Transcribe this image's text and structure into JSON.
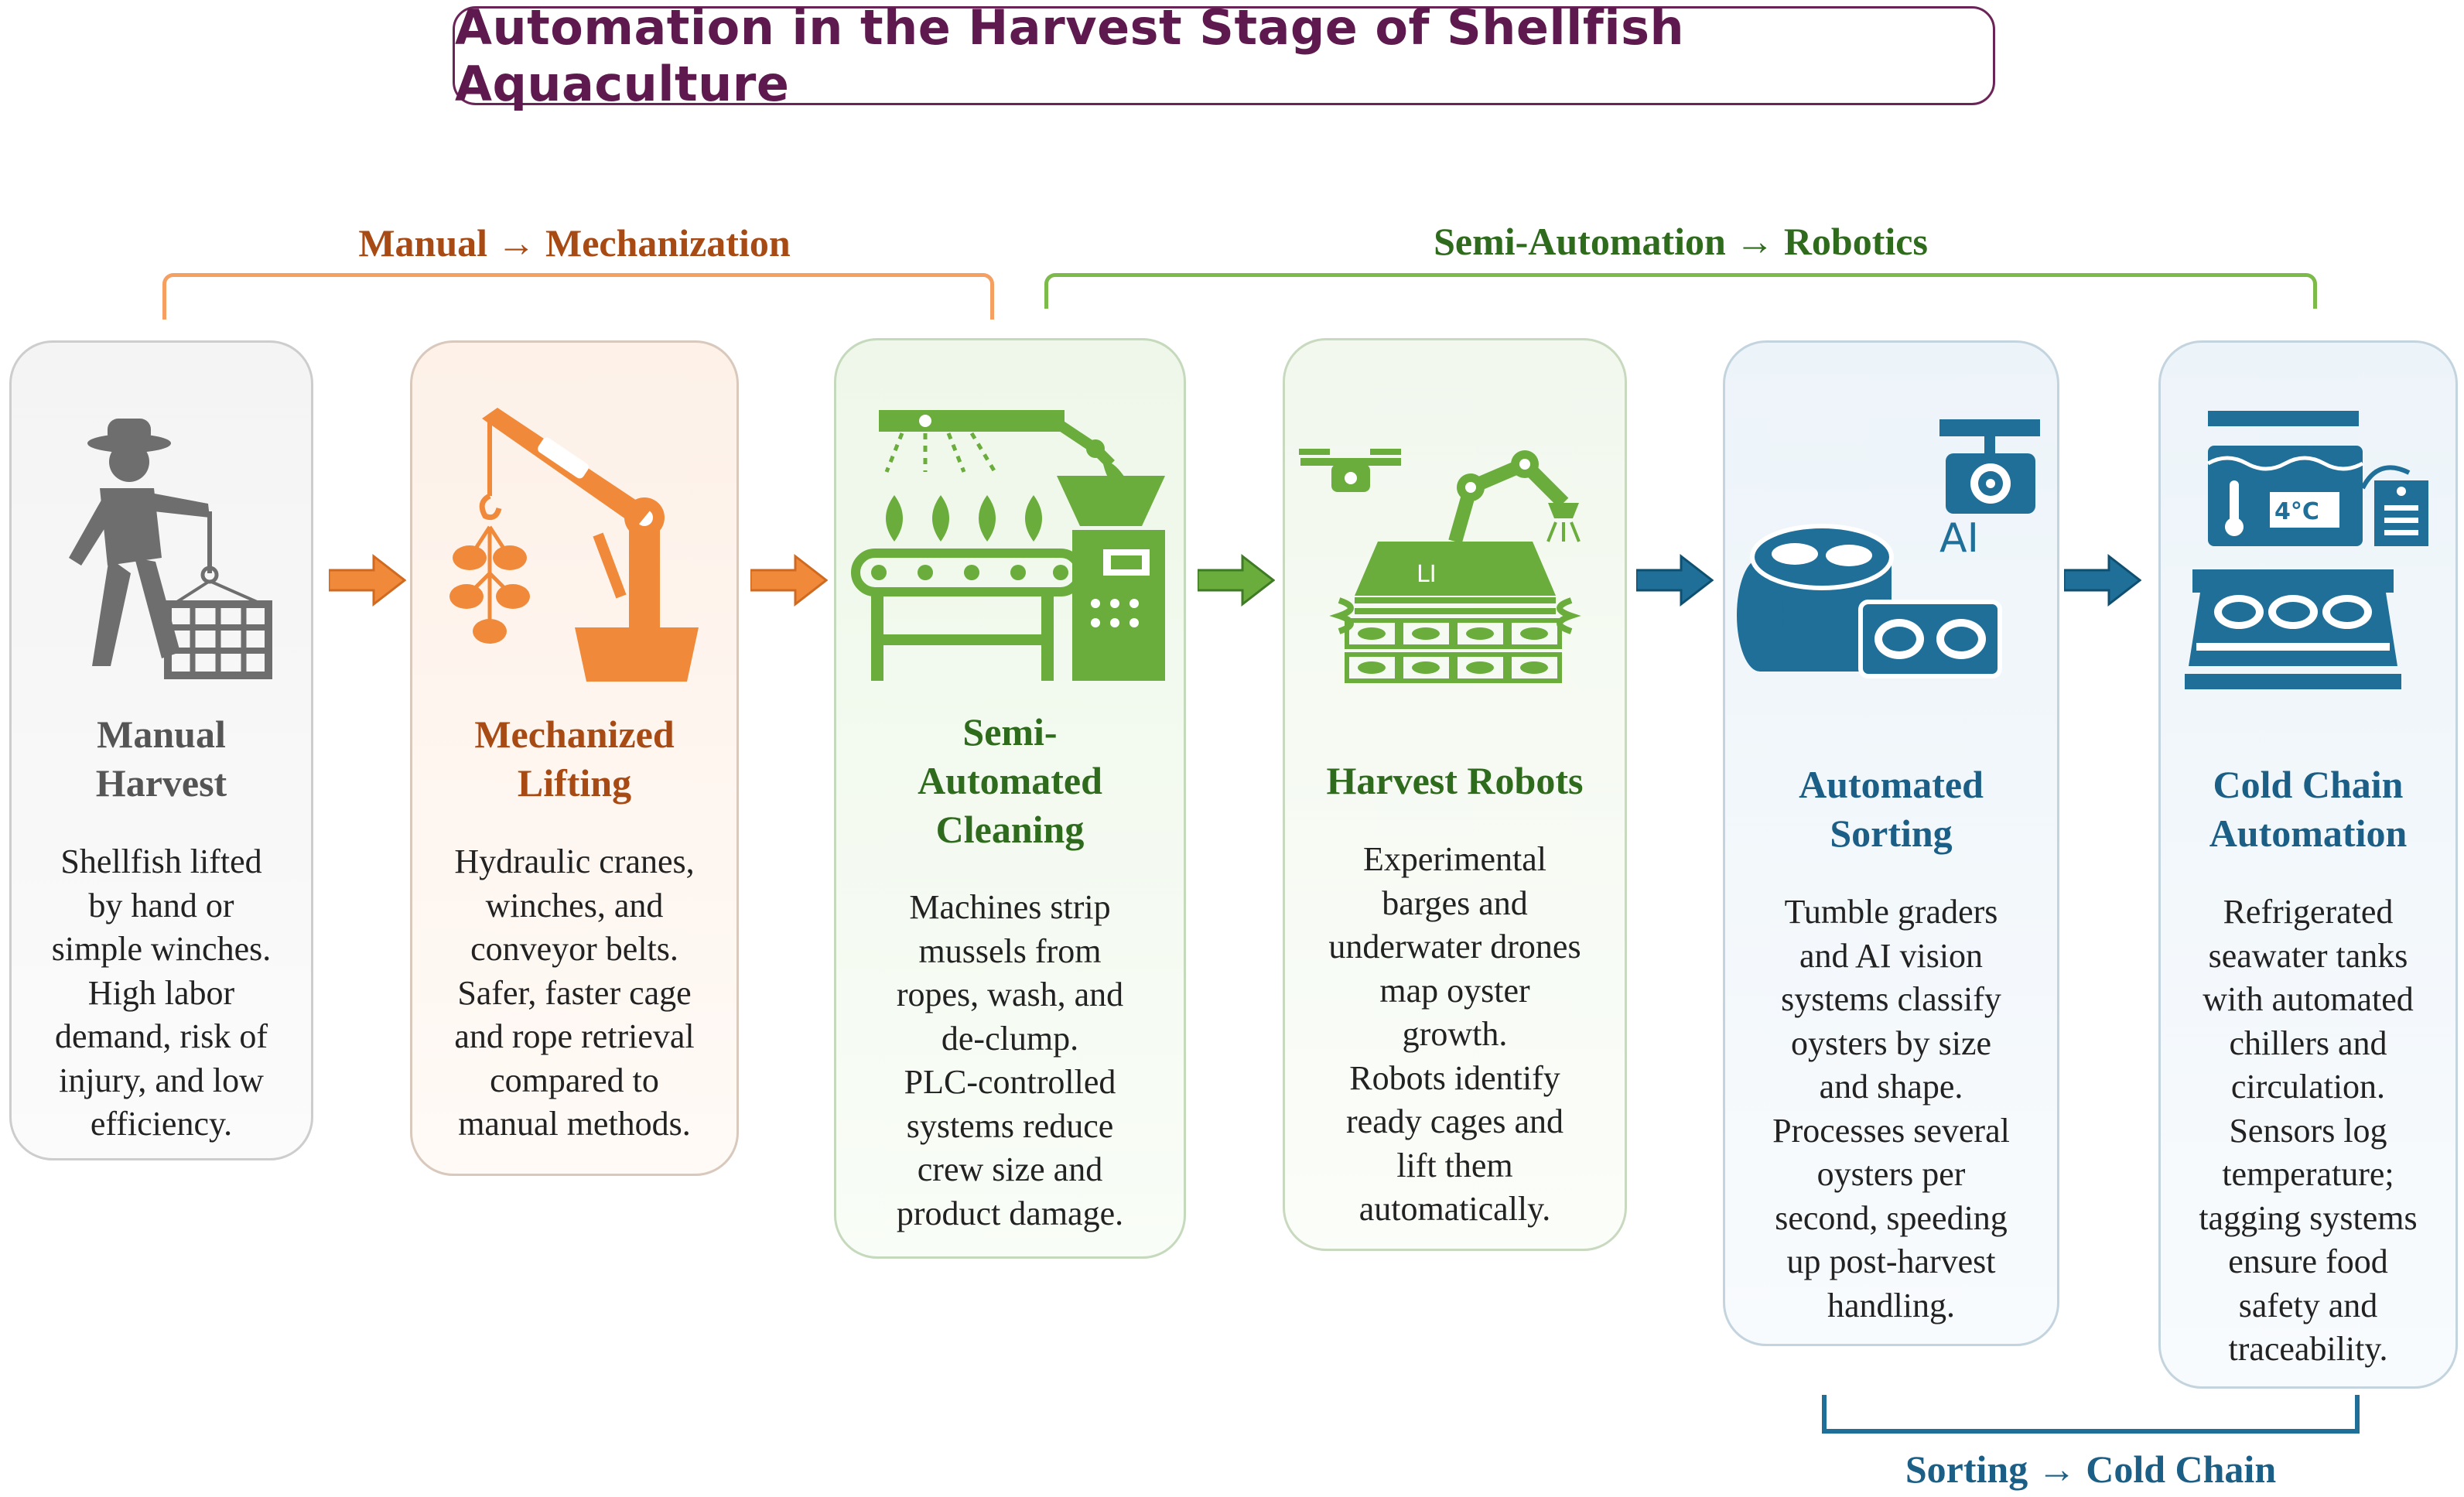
{
  "title": "Automation in the Harvest Stage of Shellfish Aquaculture",
  "groups": {
    "manual_mechanization": "Manual → Mechanization",
    "semi_robotics": "Semi-Automation → Robotics",
    "sorting_cold": "Sorting → Cold Chain"
  },
  "stages": [
    {
      "title_lines": [
        "Manual",
        "Harvest"
      ],
      "desc_lines": [
        "Shellfish lifted",
        "by hand or",
        "simple winches.",
        "High labor",
        "demand, risk of",
        "injury, and low",
        "efficiency."
      ],
      "icon": "worker-lifting-cage-icon"
    },
    {
      "title_lines": [
        "Mechanized",
        "Lifting"
      ],
      "desc_lines": [
        "Hydraulic cranes,",
        "winches, and",
        "conveyor belts.",
        "Safer, faster cage",
        "and rope retrieval",
        "compared to",
        "manual methods."
      ],
      "icon": "hydraulic-crane-icon"
    },
    {
      "title_lines": [
        "Semi-",
        "Automated",
        "Cleaning"
      ],
      "desc_lines": [
        "Machines strip",
        "mussels from",
        "ropes, wash, and",
        "de-clump.",
        "PLC-controlled",
        "systems reduce",
        "crew size and",
        "product damage."
      ],
      "icon": "cleaning-conveyor-icon"
    },
    {
      "title_lines": [
        "Harvest Robots"
      ],
      "desc_lines": [
        "Experimental",
        "barges and",
        "underwater drones",
        "map oyster",
        "growth.",
        "Robots identify",
        "ready cages and",
        "lift them",
        "automatically."
      ],
      "icon": "harvest-robot-barge-icon",
      "icon_text": "LI"
    },
    {
      "title_lines": [
        "Automated",
        "Sorting"
      ],
      "desc_lines": [
        "Tumble graders",
        "and AI vision",
        "systems classify",
        "oysters by size",
        "and shape.",
        "Processes several",
        "oysters per",
        "second, speeding",
        "up post-harvest",
        "handling."
      ],
      "icon": "ai-vision-sorting-icon",
      "icon_text": "AI"
    },
    {
      "title_lines": [
        "Cold Chain",
        "Automation"
      ],
      "desc_lines": [
        "Refrigerated",
        "seawater tanks",
        "with automated",
        "chillers and",
        "circulation.",
        "Sensors log",
        "temperature;",
        "tagging systems",
        "ensure food",
        "safety and",
        "traceability."
      ],
      "icon": "cold-chain-tank-icon",
      "icon_text": "4°C"
    }
  ],
  "colors": {
    "title": "#5e1a4f",
    "gray": "#6e6e6e",
    "orange": "#f08a3a",
    "orange_text": "#a84a14",
    "green": "#6aad3c",
    "green_text": "#2f6b1c",
    "blue": "#1f6f98",
    "blue_text": "#1c5f86"
  }
}
